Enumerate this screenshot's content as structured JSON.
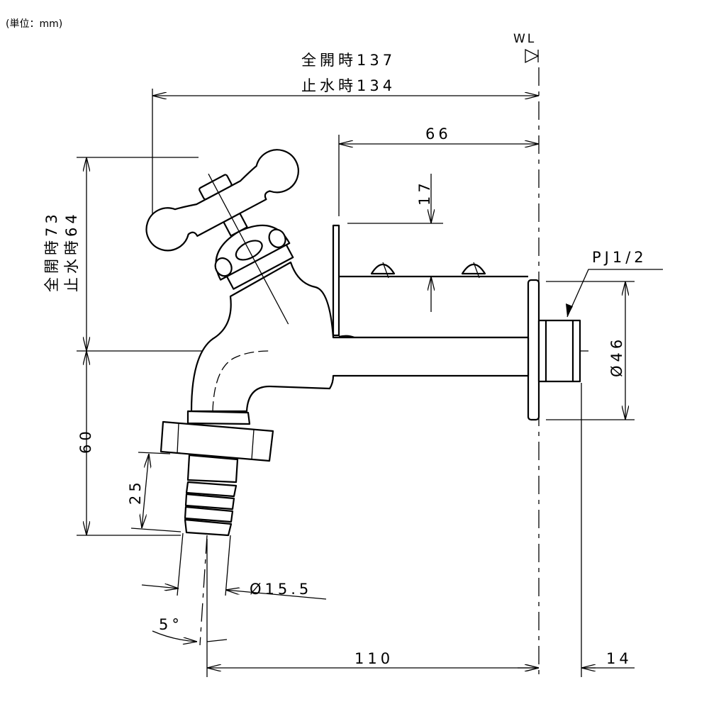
{
  "unit_note": "(単位：mm)",
  "water_level": "WL",
  "dimensions": {
    "total_length_open": "全開時137",
    "total_length_closed": "止水時134",
    "bracket_length": "66",
    "screw_pitch": "17",
    "height_open": "全開時73",
    "height_closed": "止水時64",
    "spout_drop": "60",
    "hose_length": "25",
    "hose_diameter": "Ø15.5",
    "angle": "5°",
    "reach": "110",
    "thread_length": "14",
    "flange_diameter": "Ø46",
    "thread_spec": "PJ1/2"
  }
}
